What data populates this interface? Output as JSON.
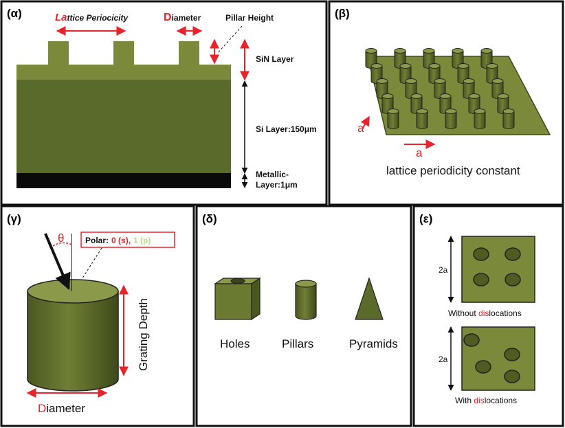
{
  "panel_a": {
    "tag": "(α)",
    "lattice_first": "L",
    "lattice_a": "a",
    "lattice_rest": "ttice Periocicity",
    "diameter_first": "D",
    "diameter_rest": "iameter",
    "pillar_height": "Pillar Height",
    "sin_layer": "SiN Layer",
    "si_layer": "Si Layer:150μm",
    "metallic_1": "Metallic-",
    "metallic_2": "Layer:1μm"
  },
  "panel_b": {
    "tag": "(β)",
    "a_vertical": "a",
    "a_horizontal": "a",
    "caption": "lattice periodicity constant"
  },
  "panel_c": {
    "tag": "(γ)",
    "theta": "θ",
    "polar_label": "Polar:",
    "polar_s": "0 (s),",
    "polar_p": "1 (p)",
    "grating_depth": "Grating Depth",
    "diameter_first": "D",
    "diameter_rest": "iameter"
  },
  "panel_d": {
    "tag": "(δ)",
    "holes": "Holes",
    "pillars": "Pillars",
    "pyramids": "Pyramids"
  },
  "panel_e": {
    "tag": "(ε)",
    "dim_top": "2a",
    "dim_bottom": "2a",
    "without_1": "Without ",
    "without_2": "dis",
    "without_3": "locations",
    "with_1": "With ",
    "with_2": "dis",
    "with_3": "locations"
  },
  "colors": {
    "green_light": "#7a8a3a",
    "green_dark": "#5a6a2a",
    "green_side": "#4e5c22",
    "red": "#e8232a",
    "black": "#111111"
  }
}
